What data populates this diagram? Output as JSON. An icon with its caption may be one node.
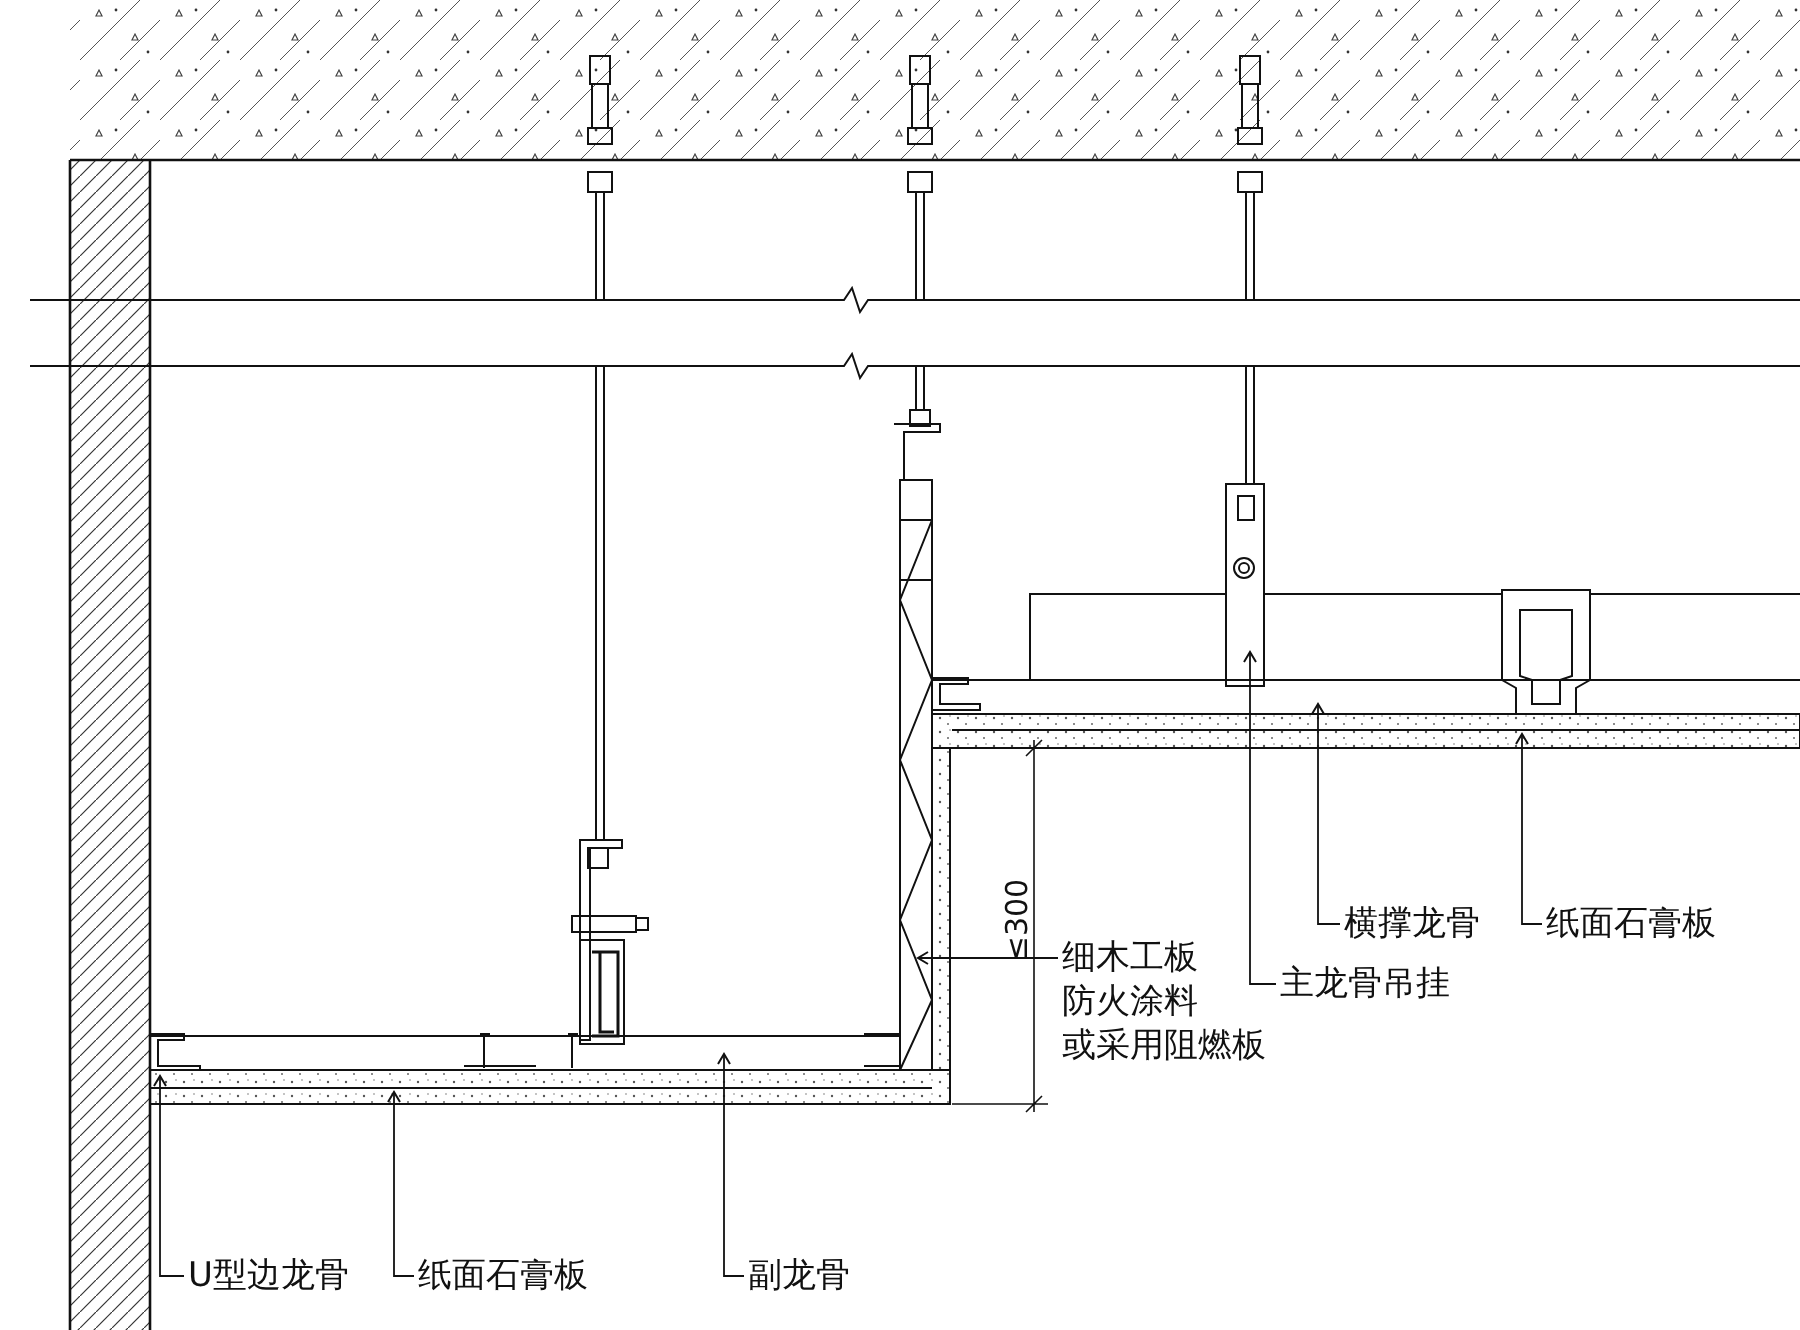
{
  "diagram": {
    "nodes": [
      {
        "text": [
          "横撑龙骨"
        ]
      },
      {
        "text": [
          "纸面石膏板"
        ]
      },
      {
        "text": [
          "细木工板防火涂料或采用阻燃板"
        ]
      },
      {
        "text": [
          "主龙骨吊挂"
        ]
      },
      {
        "text": [
          "U型边龙骨"
        ]
      },
      {
        "text": [
          "纸面石膏板"
        ]
      },
      {
        "text": [
          "副龙骨"
        ]
      }
    ],
    "edges": [
      {
        "from": 0,
        "to": null,
        "arrow": "to"
      },
      {
        "from": 1,
        "to": null,
        "arrow": "to"
      },
      {
        "from": 2,
        "to": null,
        "arrow": "to"
      },
      {
        "from": 3,
        "to": null,
        "arrow": "to"
      },
      {
        "from": 4,
        "to": null,
        "arrow": "to"
      },
      {
        "from": 5,
        "to": null,
        "arrow": "to"
      },
      {
        "from": 6,
        "to": null,
        "arrow": "to"
      }
    ],
    "labels": [
      "≤300"
    ]
  }
}
